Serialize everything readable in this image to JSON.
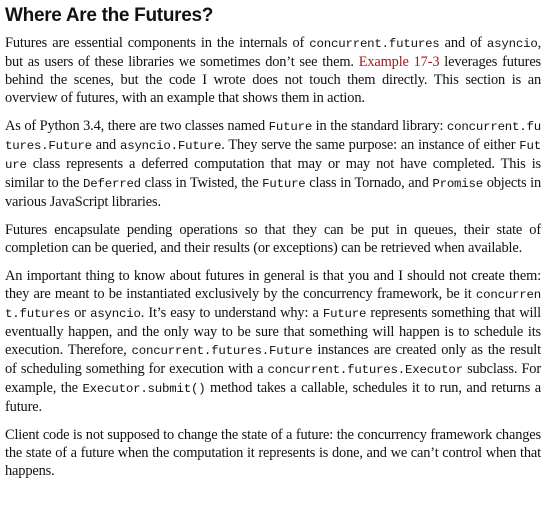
{
  "title": "Where Are the Futures?",
  "p1": {
    "t1": "Futures are essential components in the internals of ",
    "c1": "concurrent.futures",
    "t2": " and of ",
    "c2": "asyncio",
    "t3": ", but as users of these libraries we sometimes don’t see them. ",
    "link": "Example 17-3",
    "t4": " leverages futures behind the scenes, but the code I wrote does not touch them directly. This section is an overview of futures, with an example that shows them in action."
  },
  "p2": {
    "t1": "As of Python 3.4, there are two classes named ",
    "c1": "Future",
    "t2": " in the standard library: ",
    "c2": "concurrent.futures.Future",
    "t3": " and ",
    "c3": "asyncio.Future",
    "t4": ". They serve the same purpose: an instance of either ",
    "c4": "Future",
    "t5": " class represents a deferred computation that may or may not have completed. This is similar to the ",
    "c5": "Deferred",
    "t6": " class in Twisted, the ",
    "c6": "Future",
    "t7": " class in Tornado, and ",
    "c7": "Promise",
    "t8": " objects in various JavaScript libraries."
  },
  "p3": {
    "t1": "Futures encapsulate pending operations so that they can be put in queues, their state of completion can be queried, and their results (or exceptions) can be retrieved when available."
  },
  "p4": {
    "t1": "An important thing to know about futures in general is that you and I should not create them: they are meant to be instantiated exclusively by the concurrency framework, be it ",
    "c1": "concurrent.futures",
    "t2": " or ",
    "c2": "asyncio",
    "t3": ". It’s easy to understand why: a ",
    "c3": "Future",
    "t4": " represents something that will eventually happen, and the only way to be sure that something will happen is to schedule its execution. Therefore, ",
    "c4": "concurrent.futures.Future",
    "t5": " instances are created only as the result of scheduling something for execution with a ",
    "c5": "concurrent.futures.Executor",
    "t6": " subclass. For example, the ",
    "c6": "Executor.submit()",
    "t7": " method takes a callable, schedules it to run, and returns a future."
  },
  "p5": {
    "t1": "Client code is not supposed to change the state of a future: the concurrency framework changes the state of a future when the computation it represents is done, and we can’t control when that happens."
  }
}
